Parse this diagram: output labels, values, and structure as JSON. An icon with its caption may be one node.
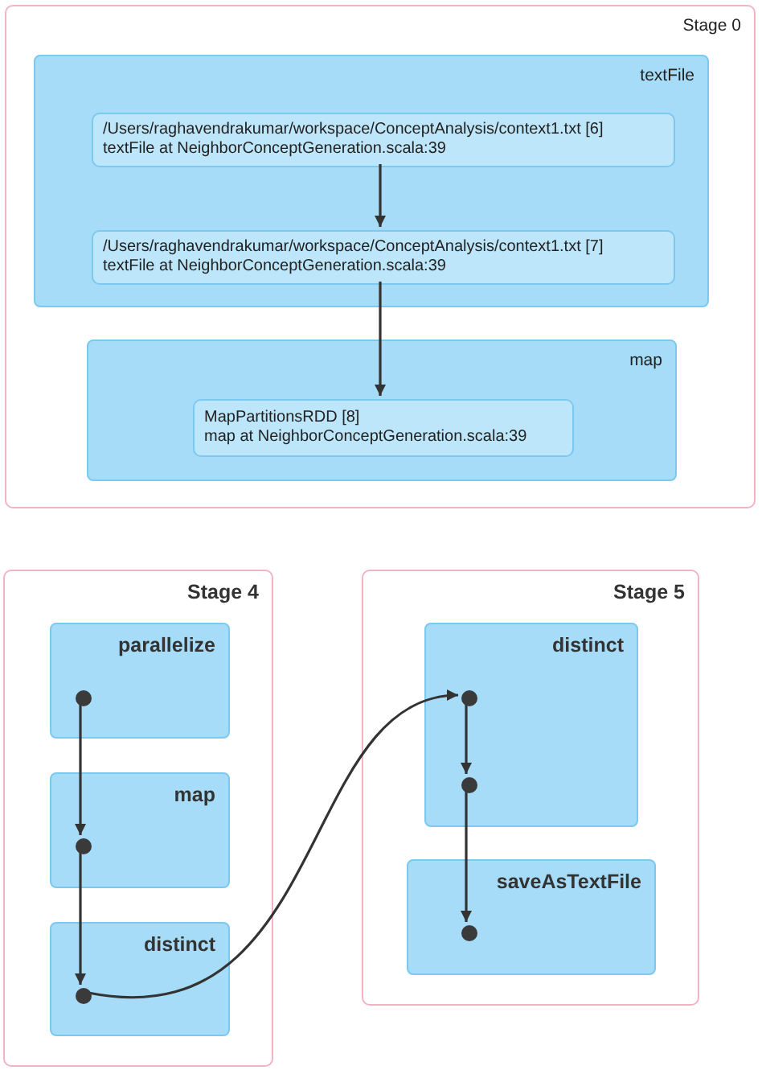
{
  "diagram": {
    "nodes": [
      {
        "text": [
          "Stage 0"
        ]
      },
      {
        "text": [
          "textFile"
        ],
        "in": 0
      },
      {
        "text": [
          "/Users/raghavendrakumar/workspace/ConceptAnalysis/context1.txt [6]",
          "textFile at NeighborConceptGeneration.scala:39"
        ],
        "in": 1
      },
      {
        "text": [
          "/Users/raghavendrakumar/workspace/ConceptAnalysis/context1.txt [7]",
          "textFile at NeighborConceptGeneration.scala:39"
        ],
        "in": 1
      },
      {
        "text": [
          "map"
        ],
        "in": 0
      },
      {
        "text": [
          "MapPartitionsRDD [8]",
          "map at NeighborConceptGeneration.scala:39"
        ],
        "in": 4
      },
      {
        "text": [
          "Stage 4"
        ]
      },
      {
        "text": [
          "parallelize"
        ],
        "in": 6
      },
      {
        "text": [],
        "shape": "circle",
        "in": 7
      },
      {
        "text": [
          "map"
        ],
        "in": 6
      },
      {
        "text": [],
        "shape": "circle",
        "in": 9
      },
      {
        "text": [
          "distinct"
        ],
        "in": 6
      },
      {
        "text": [],
        "shape": "circle",
        "in": 11
      },
      {
        "text": [
          "Stage 5"
        ]
      },
      {
        "text": [
          "distinct"
        ],
        "in": 13
      },
      {
        "text": [],
        "shape": "circle",
        "in": 14
      },
      {
        "text": [],
        "shape": "circle",
        "in": 14
      },
      {
        "text": [
          "saveAsTextFile"
        ],
        "in": 13
      },
      {
        "text": [],
        "shape": "circle",
        "in": 17
      }
    ],
    "edges": [
      {
        "from": 2,
        "to": 3,
        "arrow": "to"
      },
      {
        "from": 3,
        "to": 5,
        "arrow": "to"
      },
      {
        "from": 8,
        "to": 10,
        "arrow": "to"
      },
      {
        "from": 10,
        "to": 12,
        "arrow": "to"
      },
      {
        "from": 12,
        "to": 15,
        "arrow": "to"
      },
      {
        "from": 15,
        "to": 16,
        "arrow": "to"
      },
      {
        "from": 16,
        "to": 18,
        "arrow": "to"
      }
    ]
  }
}
